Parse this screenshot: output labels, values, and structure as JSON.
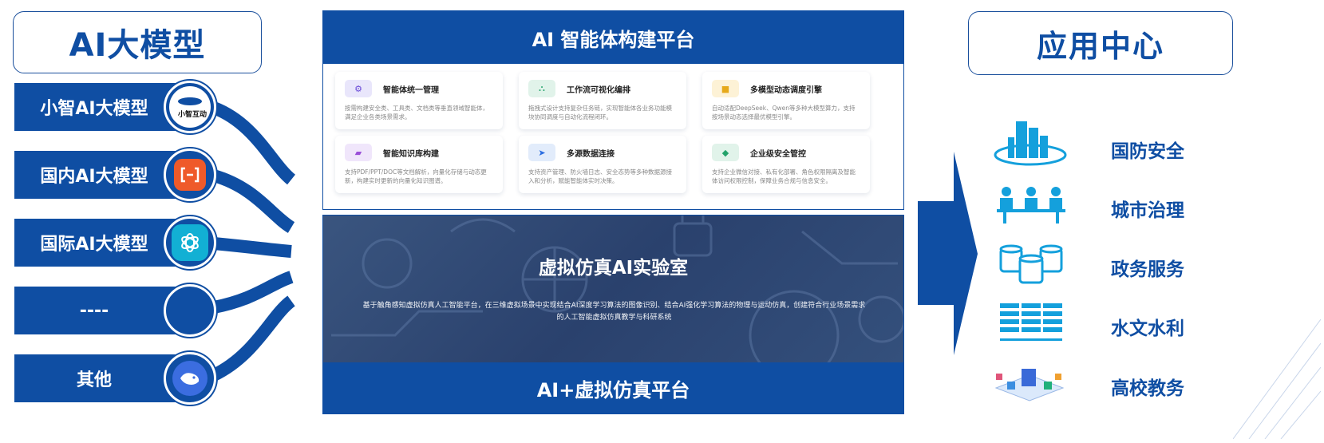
{
  "left": {
    "title": "AI大模型",
    "models": [
      {
        "label": "小智AI大模型",
        "icon": "xiaozhi-logo",
        "icon_text": "小智互动",
        "color": "#ffffff"
      },
      {
        "label": "国内AI大模型",
        "icon": "domestic-ai-icon",
        "color": "#ef5a2a"
      },
      {
        "label": "国际AI大模型",
        "icon": "openai-icon",
        "color": "#12b0d4"
      },
      {
        "label": "----",
        "icon": "",
        "color": "#0f4ea3"
      },
      {
        "label": "其他",
        "icon": "deepseek-whale-icon",
        "color": "#3b6de0"
      }
    ]
  },
  "center_top": {
    "title": "AI 智能体构建平台",
    "cards": [
      {
        "title": "智能体统一管理",
        "desc": "按需构建安全类、工具类、文档类等垂直领域智能体，满足企业各类场景需求。",
        "icon": "gear-icon",
        "icon_bg": "#e9e6fb",
        "icon_color": "#6a4ad8"
      },
      {
        "title": "工作流可视化编排",
        "desc": "拖拽式设计支持复杂任务链，实现智能体各业务功能模块协同调度与自动化流程闭环。",
        "icon": "workflow-icon",
        "icon_bg": "#e1f3ea",
        "icon_color": "#23a26a"
      },
      {
        "title": "多模型动态调度引擎",
        "desc": "自动适配DeepSeek、Qwen等多种大模型算力，支持按场景动态选择最优模型引擎。",
        "icon": "chip-icon",
        "icon_bg": "#fdf2d6",
        "icon_color": "#e6a91a"
      },
      {
        "title": "智能知识库构建",
        "desc": "支持PDF/PPT/DOC等文档解析，向量化存储与动态更新，构建实时更新的向量化知识图谱。",
        "icon": "book-icon",
        "icon_bg": "#f0e6fb",
        "icon_color": "#9a4fd8"
      },
      {
        "title": "多源数据连接",
        "desc": "支持资产管理、防火墙日志、安全态势等多种数据源接入和分析，赋能智能体实时决策。",
        "icon": "plug-icon",
        "icon_bg": "#e2ecfb",
        "icon_color": "#2a6de0"
      },
      {
        "title": "企业级安全管控",
        "desc": "支持企业微信对接、私有化部署、角色权限隔离及智能体访问权限控制，保障业务合规与信息安全。",
        "icon": "shield-icon",
        "icon_bg": "#e1f3ea",
        "icon_color": "#23a26a"
      }
    ]
  },
  "center_bottom": {
    "title": "虚拟仿真AI实验室",
    "desc": "基于触角感知虚拟仿真人工智能平台，在三维虚拟场景中实现结合AI深度学习算法的图像识别、结合AI强化学习算法的物理与运动仿真，创建符合行业场景需求的人工智能虚拟仿真教学与科研系统",
    "footer": "AI+虚拟仿真平台"
  },
  "right": {
    "title": "应用中心",
    "apps": [
      {
        "label": "国防安全",
        "icon": "city-buildings-icon"
      },
      {
        "label": "城市治理",
        "icon": "meeting-people-icon"
      },
      {
        "label": "政务服务",
        "icon": "database-stack-icon"
      },
      {
        "label": "水文水利",
        "icon": "server-rack-icon"
      },
      {
        "label": "高校教务",
        "icon": "isometric-campus-icon"
      }
    ],
    "accent": "#0f4ea3"
  }
}
